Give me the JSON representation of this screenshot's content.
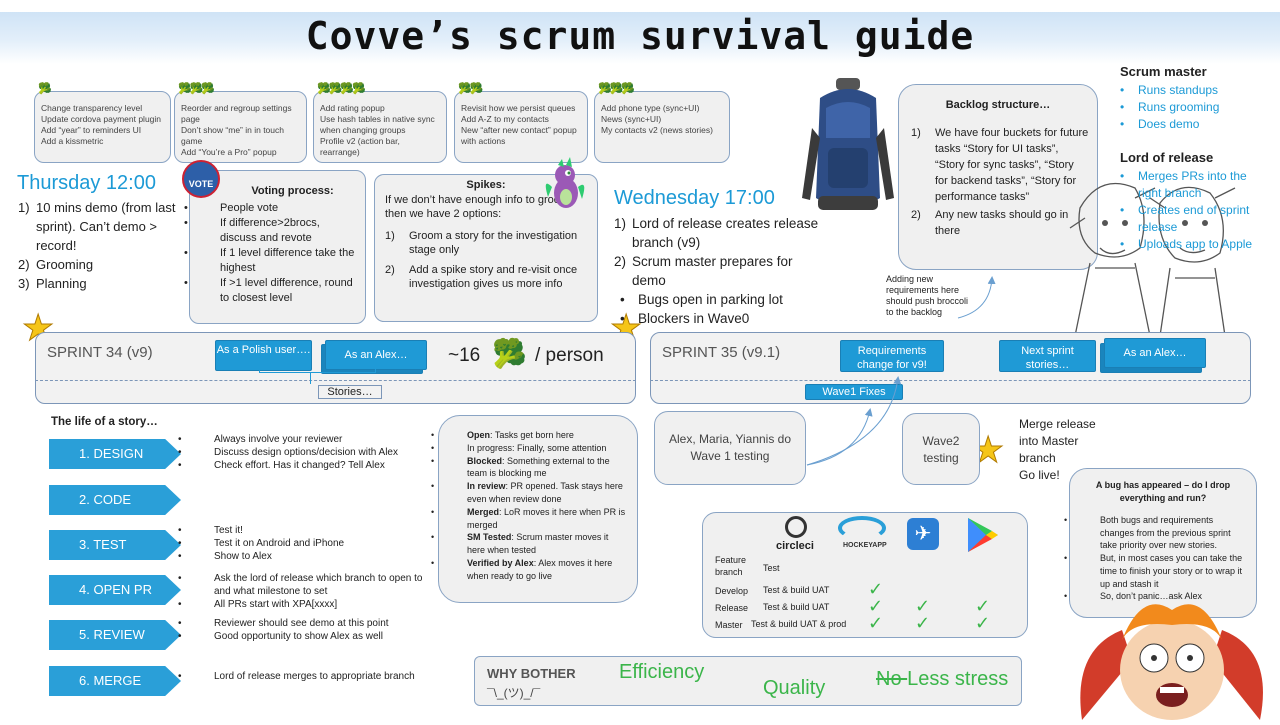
{
  "title": "Covve’s scrum survival guide",
  "tasks": [
    {
      "lines": [
        "Change transparency level",
        "Update cordova payment plugin",
        "Add “year” to reminders UI",
        "Add a kissmetric"
      ]
    },
    {
      "lines": [
        "Reorder and regroup settings page",
        "Don’t show “me” in in touch game",
        "Add “You’re a Pro” popup"
      ]
    },
    {
      "lines": [
        "Add rating popup",
        "Use hash tables in native sync when changing groups",
        "Profile v2 (action bar, rearrange)"
      ]
    },
    {
      "lines": [
        "Revisit how we persist queues",
        "Add A-Z to my contacts",
        "New “after new contact” popup with actions"
      ]
    },
    {
      "lines": [
        "Add phone type (sync+UI)",
        "News (sync+UI)",
        "My contacts v2 (news stories)"
      ]
    }
  ],
  "thursday": {
    "heading": "Thursday 12:00",
    "items": [
      {
        "n": "1)",
        "text": "10 mins demo (from last sprint). Can’t demo > record!"
      },
      {
        "n": "2)",
        "text": "Grooming"
      },
      {
        "n": "3)",
        "text": "Planning"
      }
    ]
  },
  "voting": {
    "badge": "VOTE",
    "title": "Voting process:",
    "items": [
      "People vote",
      "If difference>2brocs, discuss and revote",
      "If 1 level difference take the highest",
      "If >1 level difference, round to closest level"
    ]
  },
  "spikes": {
    "title": "Spikes:",
    "intro": "If we don’t have enough info to groom then we have 2 options:",
    "items": [
      {
        "n": "1)",
        "text": "Groom a story for the investigation stage only"
      },
      {
        "n": "2)",
        "text": "Add a spike story and re-visit once investigation gives us more info"
      }
    ]
  },
  "wednesday": {
    "heading": "Wednesday 17:00",
    "items": [
      {
        "n": "1)",
        "text": "Lord of release creates release branch (v9)"
      },
      {
        "n": "2)",
        "text": "Scrum master prepares for demo"
      }
    ],
    "bullets": [
      "Bugs open in parking lot",
      "Blockers in Wave0"
    ]
  },
  "backlog": {
    "title": "Backlog  structure…",
    "items": [
      {
        "n": "1)",
        "text": "We have four buckets for future tasks “Story for UI tasks”, “Story for sync tasks”, “Story for backend tasks”, “Story for performance tasks”"
      },
      {
        "n": "2)",
        "text": "Any new tasks should go in there"
      }
    ],
    "note": "Adding new requirements here should push broccoli to the backlog"
  },
  "roles": {
    "scrum_master": {
      "title": "Scrum master",
      "items": [
        "Runs standups",
        "Runs grooming",
        "Does demo"
      ]
    },
    "lord": {
      "title": "Lord of release",
      "items": [
        "Merges PRs into the right branch",
        "Creates end of sprint release",
        "Uploads app to Apple"
      ]
    }
  },
  "sprint34": {
    "label": "SPRINT 34 (v9)",
    "story1": "As a Polish user….",
    "story2": "As an Alex…",
    "rate": "~16",
    "per": "/ person",
    "stories": "Stories…"
  },
  "sprint35": {
    "label": "SPRINT 35 (v9.1)",
    "req": "Requirements change for v9!",
    "next": "Next sprint stories…",
    "alex": "As an Alex…",
    "wave1": "Wave1 Fixes"
  },
  "life": {
    "title": "The life of a story…",
    "steps": [
      {
        "label": "1. DESIGN",
        "bullets": [
          "Always involve your reviewer",
          "Discuss design options/decision with Alex",
          "Check effort. Has it changed? Tell Alex"
        ]
      },
      {
        "label": "2. CODE",
        "bullets": []
      },
      {
        "label": "3. TEST",
        "bullets": [
          "Test it!",
          "Test it on Android and iPhone",
          "Show to Alex"
        ]
      },
      {
        "label": "4. OPEN PR",
        "bullets": [
          "Ask the lord of release which branch to open to and what milestone to set",
          "All PRs start with XPA[xxxx]"
        ]
      },
      {
        "label": "5. REVIEW",
        "bullets": [
          "Reviewer should see demo at this point",
          "Good opportunity to show Alex as well"
        ]
      },
      {
        "label": "6. MERGE",
        "bullets": [
          "Lord of release merges to appropriate branch"
        ]
      }
    ]
  },
  "statuses": [
    {
      "b": "Open",
      "t": ": Tasks get born here"
    },
    {
      "b": "",
      "t": "In progress: Finally, some attention"
    },
    {
      "b": "Blocked",
      "t": ": Something external to the team is blocking me"
    },
    {
      "b": "In review",
      "t": ": PR opened. Task stays here even when review done"
    },
    {
      "b": "Merged",
      "t": ": LoR moves it here when PR is merged"
    },
    {
      "b": "SM Tested",
      "t": ": Scrum master moves it here when tested"
    },
    {
      "b": "Verified by Alex",
      "t": ": Alex moves it here when ready to go live"
    }
  ],
  "wave1_test": "Alex, Maria, Yiannis do Wave 1 testing",
  "wave2_test": "Wave2 testing",
  "merge_note": [
    "Merge release",
    "into Master",
    "branch",
    "Go live!"
  ],
  "ci": {
    "logos": [
      "circleci",
      "HOCKEYAPP"
    ],
    "rows": [
      {
        "label": "Feature branch",
        "action": "Test",
        "checks": [
          false,
          false,
          false
        ]
      },
      {
        "label": "Develop",
        "action": "Test & build UAT",
        "checks": [
          true,
          false,
          false
        ]
      },
      {
        "label": "Release",
        "action": "Test & build UAT",
        "checks": [
          true,
          true,
          true
        ]
      },
      {
        "label": "Master",
        "action": "Test & build UAT & prod",
        "checks": [
          true,
          true,
          true
        ]
      }
    ]
  },
  "bug": {
    "title": "A bug has appeared – do I drop everything and run?",
    "items": [
      "Both bugs and requirements changes from the previous sprint take priority over new stories.",
      "But, in most cases you can take the time to finish your story or to wrap it up and stash it",
      "So, don’t panic…ask Alex"
    ]
  },
  "why": {
    "title": "WHY BOTHER",
    "shrug": "¯\\_(ツ)_/¯",
    "efficiency": "Efficiency",
    "quality": "Quality",
    "no": "No ",
    "less": "Less stress"
  }
}
